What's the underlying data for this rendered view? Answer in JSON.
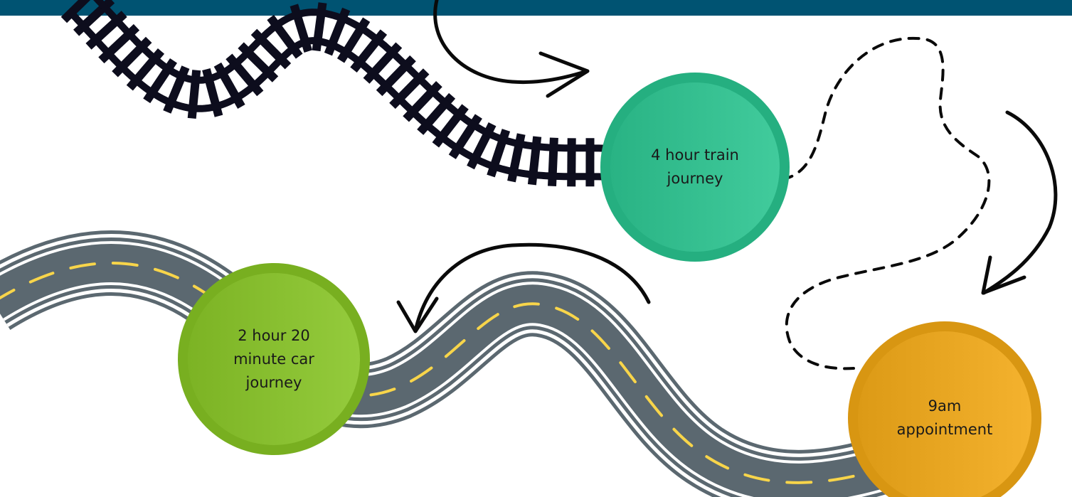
{
  "colors": {
    "header_bar": "#005372",
    "rail": "#0d0d1d",
    "road": "#5b6870",
    "road_edge": "#ffffff",
    "road_dash": "#f8d54a",
    "arrow": "#0a0a0a",
    "train_node": "#2fb98a",
    "car_node": "#82b92a",
    "appointment_node": "#e2a01c"
  },
  "icons": [
    "railway-track-icon",
    "road-icon",
    "curved-arrow-icon",
    "dashed-path-icon"
  ],
  "nodes": {
    "train": {
      "label": "4 hour train journey"
    },
    "car": {
      "label": "2 hour 20 minute car journey"
    },
    "appointment": {
      "label": "9am appointment"
    }
  }
}
